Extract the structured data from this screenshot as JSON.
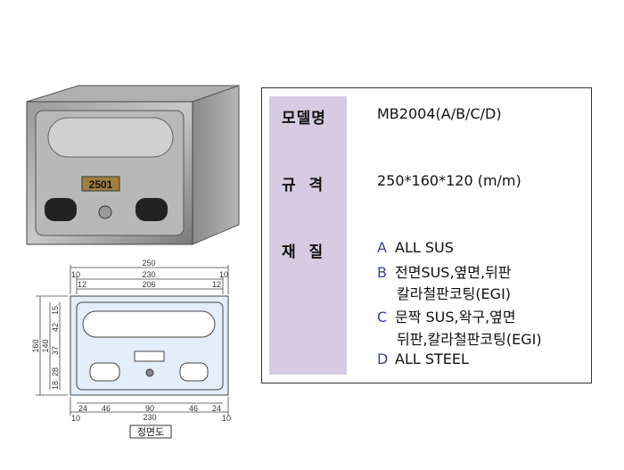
{
  "photo": {
    "plate_number": "2501"
  },
  "drawing": {
    "top_dims": {
      "overall": "250",
      "inner": "230",
      "slot": "206",
      "side_left": "10",
      "side_right": "10",
      "inset_left": "12",
      "inset_right": "12"
    },
    "left_dims": {
      "overall": "160",
      "inner": "140",
      "segments": [
        "15",
        "42",
        "37",
        "28",
        "18"
      ]
    },
    "bottom_dims": {
      "segments": [
        "24",
        "46",
        "90",
        "46",
        "24"
      ],
      "inner": "230",
      "side_left": "10",
      "side_right": "10"
    },
    "caption": "정면도"
  },
  "spec": {
    "model_label": "모델명",
    "model_value": "MB2004(A/B/C/D)",
    "size_label": "규  격",
    "size_value": "250*160*120 (m/m)",
    "material_label": "재  질",
    "materials": [
      {
        "key": "A",
        "lines": [
          "ALL SUS"
        ]
      },
      {
        "key": "B",
        "lines": [
          "전면SUS,옆면,뒤판",
          "칼라철판코팅(EGI)"
        ]
      },
      {
        "key": "C",
        "lines": [
          "문짝 SUS,왁구,옆면",
          "뒤판,칼라철판코팅(EGI)"
        ]
      },
      {
        "key": "D",
        "lines": [
          "ALL STEEL"
        ]
      }
    ],
    "key_color": "#3b3ea0",
    "label_bg": "#d8cae2"
  }
}
